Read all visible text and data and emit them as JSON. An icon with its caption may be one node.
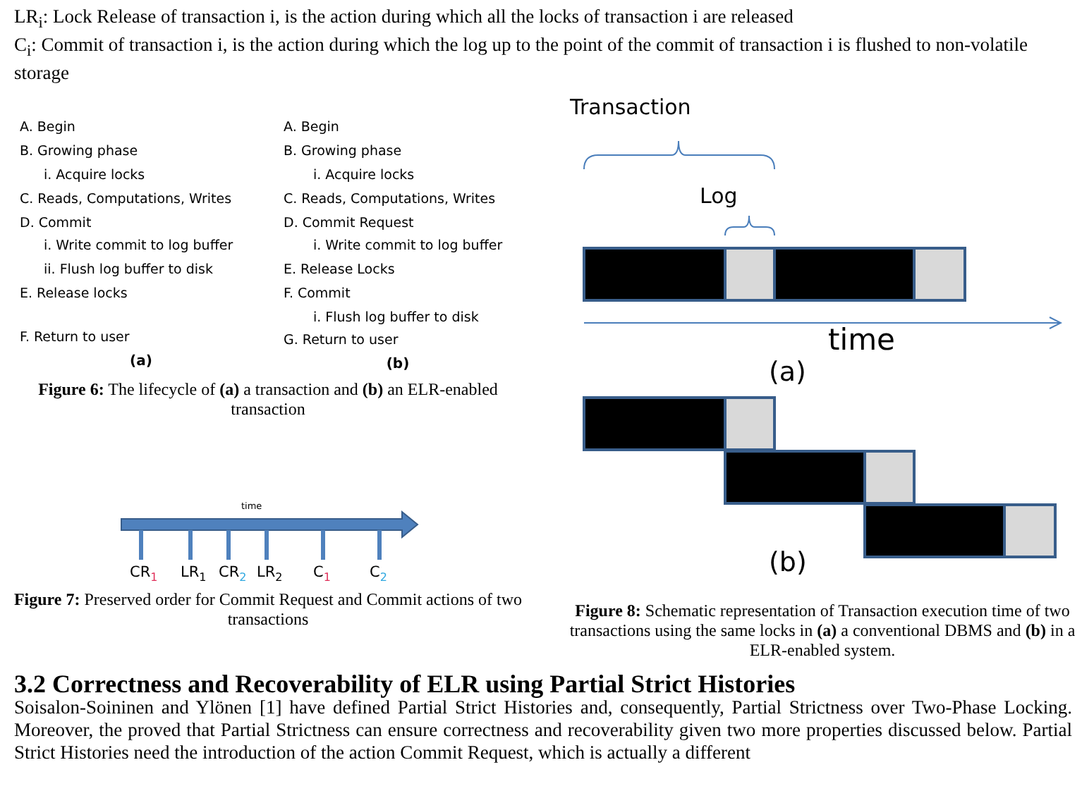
{
  "diagram": {
    "labels": [
      "LR$_{i}$: Lock Release of transaction i, is the action during which all the locks of transaction i are released",
      "C$_{i}$: Commit of transaction i, is the action during which the log up to the point of the commit of transaction i is flushed to non-volatile storage",
      "A. Begin",
      "B. Growing phase",
      "i. Acquire locks",
      "C. Reads, Computations, Writes",
      "D. Commit",
      "i. Write commit to log buffer",
      "ii. Flush log buffer to disk",
      "E. Release locks",
      "F. Return to user",
      "(a)",
      "A. Begin",
      "B. Growing phase",
      "i. Acquire locks",
      "C. Reads, Computations, Writes",
      "D. Commit Request",
      "i. Write commit to log buffer",
      "E. Release Locks",
      "F. Commit",
      "i. Flush log buffer to disk",
      "G. Return to user",
      "(b)",
      "**Figure 6:** The lifecycle of **(a)** a transaction and **(b)** an ELR-enabled transaction",
      "Transaction",
      "Log",
      "time",
      "(a)",
      "(b)",
      "time",
      "CR$_{1}$",
      "LR$_{1}$",
      "CR$_{2}$",
      "LR$_{2}$",
      "C$_{1}$",
      "C$_{2}$",
      "**Figure 7:** Preserved order for Commit Request and Commit actions of two transactions",
      "**Figure 8:** Schematic representation of Transaction execution time of two transactions using the same locks in **(a)** a conventional DBMS and **(b)** in a ELR-enabled system.",
      "3.2  Correctness and Recoverability of ELR using Partial Strict Histories",
      "Soisalon-Soininen and Ylönen [1] have defined Partial Strict Histories and, consequently, Partial Strictness over Two-Phase Locking. Moreover, the proved that Partial Strictness can ensure correctness and recoverability given two more properties discussed below. Partial Strict Histories need the introduction of the action Commit Request, which is actually a different"
    ]
  }
}
